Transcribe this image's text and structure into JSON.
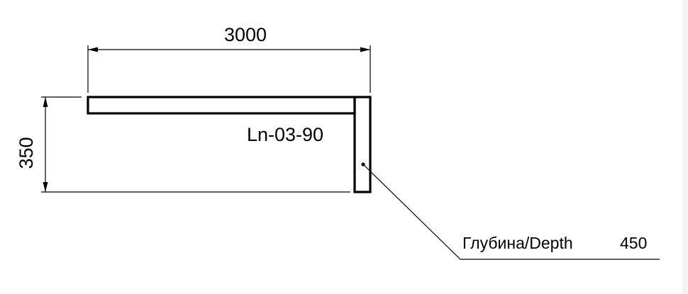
{
  "dimensions": {
    "width_value": "3000",
    "height_value": "350"
  },
  "model_code": "Ln-03-90",
  "depth_callout": {
    "label": "Глубина/Depth",
    "value": "450"
  }
}
